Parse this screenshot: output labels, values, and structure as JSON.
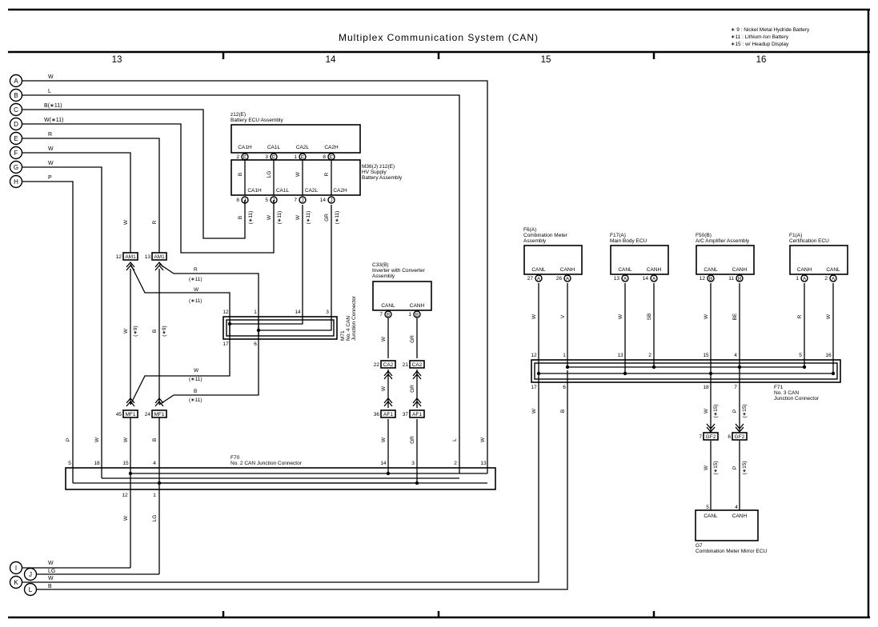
{
  "title": "Multiplex Communication System (CAN)",
  "notes": [
    "∗ 9 : Nickel Metal Hydride Battery",
    "∗11 : Lithium-Ion Battery",
    "∗15 : w/ Headup Display"
  ],
  "columns": [
    "13",
    "14",
    "15",
    "16"
  ],
  "left_connectors": [
    {
      "letter": "A",
      "wire": "W"
    },
    {
      "letter": "B",
      "wire": "L"
    },
    {
      "letter": "C",
      "wire": "B(∗11)"
    },
    {
      "letter": "D",
      "wire": "W(∗11)"
    },
    {
      "letter": "E",
      "wire": "R"
    },
    {
      "letter": "F",
      "wire": "W"
    },
    {
      "letter": "G",
      "wire": "W"
    },
    {
      "letter": "H",
      "wire": "P"
    }
  ],
  "bottom_connectors": [
    {
      "letter": "I",
      "wire": "W"
    },
    {
      "letter": "J",
      "wire": "LG"
    },
    {
      "letter": "K",
      "wire": "W"
    },
    {
      "letter": "L",
      "wire": "B"
    }
  ],
  "battery_ecu": {
    "code": "z12(E)",
    "name": "Battery ECU Assembly",
    "terms": [
      "CA1H",
      "CA1L",
      "CA2L",
      "CA2H"
    ],
    "pins": [
      "2",
      "3",
      "1",
      "8"
    ],
    "conn": [
      "E",
      "E",
      "E",
      "E"
    ]
  },
  "hv_supply": {
    "code": "M36(J) z12(E)",
    "name1": "HV Supply",
    "name2": "Battery Assembly",
    "wires": [
      "B",
      "LG",
      "W",
      "R"
    ],
    "terms": [
      "CA1H",
      "CA1L",
      "CA2L",
      "CA2H"
    ],
    "pins": [
      "8",
      "5",
      "7",
      "14"
    ],
    "conn": [
      "J",
      "J",
      "J",
      "J"
    ],
    "out_wires": [
      "B",
      "W",
      "W",
      "GR"
    ],
    "out_notes": [
      "(∗11)",
      "(∗11)",
      "(∗11)",
      "(∗11)"
    ]
  },
  "am1": {
    "name": "AM1",
    "pins": [
      "12",
      "13"
    ],
    "wires": [
      "W",
      "R"
    ],
    "lower_wires": [
      "W",
      "B"
    ],
    "lower_notes": [
      "(∗9)",
      "(∗9)"
    ]
  },
  "mf1": {
    "name": "MF1",
    "pins": [
      "45",
      "24"
    ]
  },
  "m71": {
    "code": "M71",
    "name1": "No. 4 CAN",
    "name2": "Junction Connector",
    "top_pins": [
      "12",
      "1",
      "14",
      "3"
    ],
    "bottom_pins": [
      "17",
      "6"
    ]
  },
  "m71_wires": [
    {
      "label": "R",
      "note": "(∗11)"
    },
    {
      "label": "W",
      "note": "(∗11)"
    },
    {
      "label": "W",
      "note": "(∗11)"
    },
    {
      "label": "B",
      "note": "(∗11)"
    }
  ],
  "inverter": {
    "code": "C33(B)",
    "name1": "Inverter with Converter",
    "name2": "Assembly",
    "terms": [
      "CANL",
      "CANH"
    ],
    "pins": [
      "7",
      "1"
    ],
    "conn": [
      "B",
      "B"
    ],
    "wires": [
      "W",
      "GR"
    ]
  },
  "ca2": {
    "name": "CA2",
    "pins": [
      "22",
      "21"
    ],
    "wires": [
      "W",
      "GR"
    ]
  },
  "af1": {
    "name": "AF1",
    "pins": [
      "36",
      "37"
    ],
    "wires": [
      "W",
      "GR"
    ]
  },
  "f70": {
    "code": "F70",
    "name": "No. 2 CAN Junction Connector",
    "pins": [
      "5",
      "18",
      "15",
      "4",
      "14",
      "3",
      "2",
      "13"
    ],
    "bottom_pins": [
      "12",
      "1"
    ],
    "vertical_wires": [
      "P",
      "W",
      "W",
      "B",
      "L",
      "W"
    ],
    "bottom_wires": [
      "W",
      "LG"
    ]
  },
  "ecus": [
    {
      "code": "F6(A)",
      "name1": "Combination Meter",
      "name2": "Assembly",
      "terms": [
        "CANL",
        "CANH"
      ],
      "pins": [
        "27",
        "26"
      ],
      "conn": [
        "A",
        "A"
      ],
      "wires": [
        "W",
        "V"
      ]
    },
    {
      "code": "F17(A)",
      "name1": "Main Body ECU",
      "name2": "",
      "terms": [
        "CANL",
        "CANH"
      ],
      "pins": [
        "13",
        "14"
      ],
      "conn": [
        "A",
        "A"
      ],
      "wires": [
        "W",
        "SB"
      ]
    },
    {
      "code": "F50(B)",
      "name1": "A/C Amplifier Assembly",
      "name2": "",
      "terms": [
        "CANL",
        "CANH"
      ],
      "pins": [
        "12",
        "11"
      ],
      "conn": [
        "B",
        "B"
      ],
      "wires": [
        "W",
        "BE"
      ]
    },
    {
      "code": "F1(A)",
      "name1": "Certification ECU",
      "name2": "",
      "terms": [
        "CANH",
        "CANL"
      ],
      "pins": [
        "1",
        "2"
      ],
      "conn": [
        "A",
        "A"
      ],
      "wires": [
        "R",
        "W"
      ]
    }
  ],
  "f71": {
    "code": "F71",
    "name1": "No. 3 CAN",
    "name2": "Junction Connector",
    "top_pins": [
      "12",
      "1",
      "13",
      "2",
      "15",
      "4",
      "5",
      "16"
    ],
    "bottom_pins": [
      "17",
      "6",
      "18",
      "7"
    ],
    "bottom_wires": [
      "W",
      "B",
      "W",
      "P"
    ],
    "bottom_notes": [
      "(∗15)",
      "(∗15)"
    ]
  },
  "gf2": {
    "name": "GF2",
    "pins": [
      "7",
      "6"
    ],
    "wires": [
      "W",
      "P"
    ],
    "notes": [
      "(∗15)",
      "(∗15)"
    ]
  },
  "g7": {
    "code": "G7",
    "name": "Combination Meter Mirror ECU",
    "terms": [
      "CANL",
      "CANH"
    ],
    "pins": [
      "5",
      "4"
    ]
  }
}
